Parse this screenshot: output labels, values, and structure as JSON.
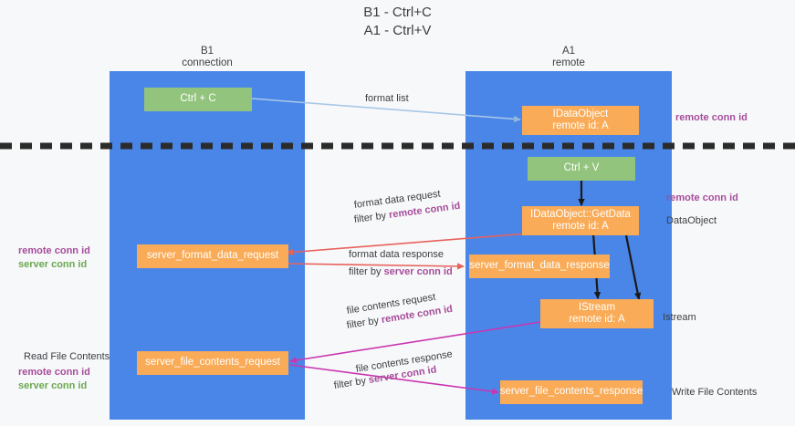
{
  "title": "B1 - Ctrl+C\nA1 - Ctrl+V",
  "columns": [
    {
      "name": "left-column",
      "header": "B1\nconnection"
    },
    {
      "name": "right-column",
      "header": "A1\nremote"
    }
  ],
  "nodes": {
    "ctrl_c": "Ctrl + C",
    "ctrl_v": "Ctrl + V",
    "idataobject": "IDataObject\nremote id: A",
    "idataobject_getdata": "IDataObject::GetData\nremote id: A",
    "istream": "IStream\nremote id: A",
    "server_format_data_request": "server_format_data_request",
    "server_format_data_response": "server_format_data_response",
    "server_file_contents_request": "server_file_contents_request",
    "server_file_contents_response": "server_file_contents_response"
  },
  "edges": {
    "format_list": "format list",
    "format_data_request": "format data request",
    "format_data_request_filter_prefix": "filter by ",
    "format_data_request_filter_key": "remote conn id",
    "format_data_response": "format data response",
    "format_data_response_filter_prefix": "filter by ",
    "format_data_response_filter_key": "server conn id",
    "file_contents_request": "file contents request",
    "file_contents_request_filter_prefix": "filter by ",
    "file_contents_request_filter_key": "remote conn id",
    "file_contents_response": "file contents response",
    "file_contents_response_filter_prefix": "filter by ",
    "file_contents_response_filter_key": "server conn id"
  },
  "annotations": {
    "right_remote_conn_id_top": "remote conn id",
    "right_remote_conn_id_mid": "remote conn id",
    "right_dataobject": "DataObject",
    "right_istream": "Istream",
    "right_write_file_contents": "Write File Contents",
    "left_remote_conn_id": "remote conn id",
    "left_server_conn_id": "server conn id",
    "left_read_file_contents": "Read File Contents",
    "left_remote_conn_id_2": "remote conn id",
    "left_server_conn_id_2": "server conn id"
  },
  "colors": {
    "lane": "#4a86e8",
    "node_green": "#93c47d",
    "node_orange": "#f9ab57",
    "arrow_blue": "#a8c7e8",
    "arrow_red": "#e8625c",
    "arrow_magenta": "#c936b0",
    "arrow_black": "#1a1a1a",
    "text_purple": "#a64d9a",
    "text_green": "#6aa84f",
    "background": "#f7f8fa"
  }
}
